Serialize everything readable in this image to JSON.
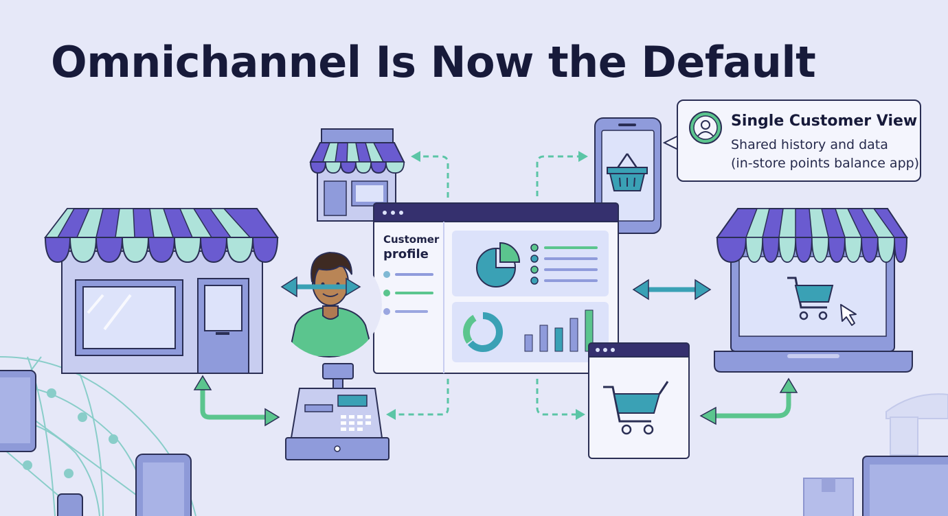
{
  "title": "Omnichannel Is Now the Default",
  "callout": {
    "title": "Single Customer View",
    "line1": "Shared history and data",
    "line2": "(in-store points balance app)",
    "icon": "user-icon"
  },
  "dashboard": {
    "label_line1": "Customer",
    "label_line2": "profile"
  },
  "colors": {
    "background": "#E6E8F8",
    "awning_purple": "#6A5BD0",
    "awning_mint": "#AEE3DA",
    "teal": "#3AA1B5",
    "green": "#5BC58E",
    "outline": "#2A2E54",
    "store_fill": "#C8CDF0",
    "window_fill": "#DDE3FA"
  }
}
